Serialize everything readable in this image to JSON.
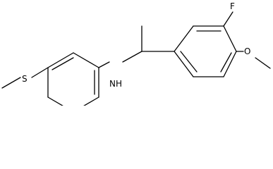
{
  "molecule": {
    "atoms": [
      {
        "id": "S1",
        "label": "S"
      },
      {
        "id": "N1",
        "label": "NH"
      },
      {
        "id": "F1",
        "label": "F"
      },
      {
        "id": "O1",
        "label": "O"
      }
    ]
  },
  "colors": {
    "background": "#ffffff",
    "bond": "#000000",
    "text": "#000000"
  }
}
